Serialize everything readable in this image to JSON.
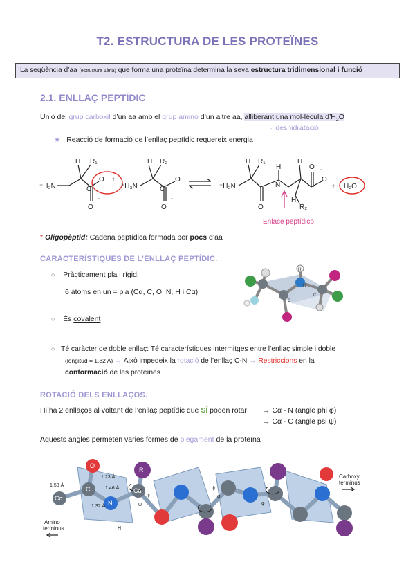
{
  "title": "T2. ESTRUCTURA DE LES PROTEÏNES",
  "summary": {
    "part1": "La seqüència d’aa",
    "small": "(estructura 1ària)",
    "part2": "que forma una proteïna determina la seva",
    "bold": "estructura tridimensional i funció"
  },
  "section1": {
    "title": "2.1. ENLLAÇ PEPTÍDIC",
    "union": {
      "t1": "Unió del ",
      "carboxil": "grup carboxil",
      "t2": " d’un aa amb el ",
      "amino": "grup amino",
      "t3": " d’un altre aa, ",
      "allibera": "alliberant una mol·lècula d’H",
      "sub2": "2",
      "o": "O"
    },
    "arrow_deshidratacio": "→ deshidratació",
    "bullet_reaccio": {
      "t1": "Reacció de formació de l’enllaç peptídic ",
      "u": "requereix energia"
    },
    "diagram": {
      "enlace_label": "Enlace peptídico",
      "h3n": "⁺H₃N",
      "h2o": "H₂O",
      "plus": "+",
      "minus": "-"
    },
    "oligopeptid": {
      "star": "*",
      "term": "Oligopèptid:",
      "t1": " Cadena peptídica formada per ",
      "pocs": "pocs",
      "t2": " d’aa"
    }
  },
  "caracteristiques": {
    "title": "CARACTERÍSTIQUES DE L’ENLLAÇ PEPTÍDIC.",
    "pla": "Pràcticament pla i rígid",
    "pla_colon": ":",
    "atoms": "6 àtoms en un = pla (Cα, C, O, N, H i Cα)",
    "covalent_pre": "És ",
    "covalent": "covalent",
    "doble_u": "Té caràcter de doble enllaç",
    "doble_t1": ": Té característiques intermitges entre l’enllaç simple i doble",
    "longitud": "(longitud = 1,32 A)",
    "arrow": "→",
    "impedeix": " Això impedeix la ",
    "rotacio": "rotació",
    "cn": " de l’enllaç C-N ",
    "restriccions": "Restriccions",
    "en_la": " en la",
    "conformacio": "conformació",
    "de_les": " de les proteïnes",
    "model_labels": {
      "h": "H",
      "c": "C",
      "n": "N"
    }
  },
  "rotacio": {
    "title": "ROTACIÓ DELS ENLLAÇOS.",
    "t1": "Hi ha 2 enllaços al voltant de l’enllaç peptídic que ",
    "si": "SÍ",
    "t2": " poden rotar",
    "angle1": "→ Cα - N (angle phi φ)",
    "angle2": "→ Cα - C (angle psi ψ)",
    "aquests_t1": "Aquests angles permeten varies formes de ",
    "plegament": "plegament",
    "aquests_t2": " de la proteïna"
  },
  "backbone": {
    "carboxyl": "Carboxyl",
    "terminus": "terminus",
    "amino": "Amino",
    "amino_terminus": "terminus",
    "o": "O",
    "c": "C",
    "n": "N",
    "ca": "Cα",
    "r": "R",
    "h": "H",
    "d1": "1.53 Å",
    "d2": "1.23 Å",
    "d3": "1.46 Å",
    "d4": "1.32 Å",
    "phi": "φ",
    "psi": "ψ"
  }
}
